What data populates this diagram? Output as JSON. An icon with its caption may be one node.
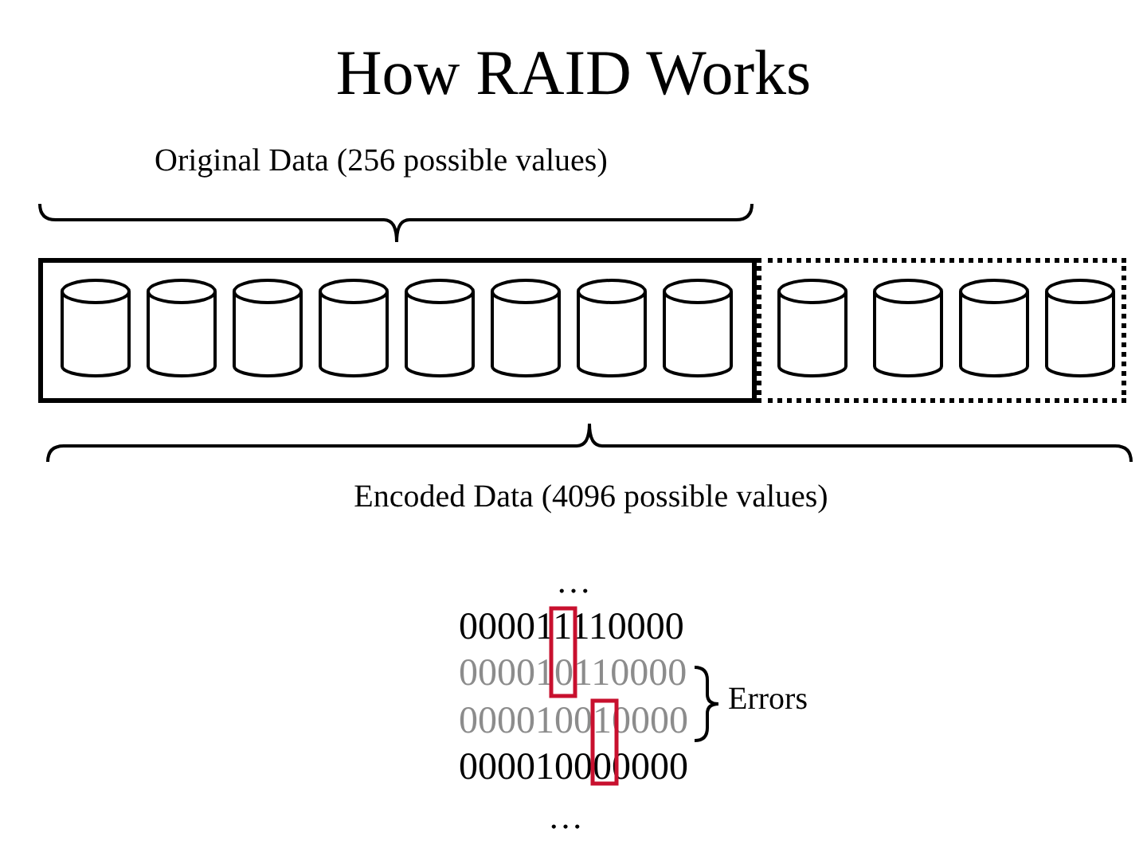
{
  "diagram": {
    "title": "How RAID Works",
    "nodes": [
      {
        "text": [],
        "shape": "box"
      },
      {
        "text": [],
        "shape": "cylinder",
        "in": 0
      },
      {
        "text": [],
        "shape": "cylinder",
        "in": 0
      },
      {
        "text": [],
        "shape": "cylinder",
        "in": 0
      },
      {
        "text": [],
        "shape": "cylinder",
        "in": 0
      },
      {
        "text": [],
        "shape": "cylinder",
        "in": 0
      },
      {
        "text": [],
        "shape": "cylinder",
        "in": 0
      },
      {
        "text": [],
        "shape": "cylinder",
        "in": 0
      },
      {
        "text": [],
        "shape": "cylinder",
        "in": 0
      },
      {
        "text": [],
        "shape": "box"
      },
      {
        "text": [],
        "shape": "cylinder",
        "in": 9
      },
      {
        "text": [],
        "shape": "cylinder",
        "in": 9
      },
      {
        "text": [],
        "shape": "cylinder",
        "in": 9
      },
      {
        "text": [],
        "shape": "cylinder",
        "in": 9
      }
    ],
    "edges": [],
    "labels": [
      "Original Data (256 possible values)",
      "Encoded Data (4096 possible values)",
      "…",
      "000011110000",
      "000010110000",
      "000010010000",
      "000010000000",
      "…",
      "Errors"
    ]
  }
}
